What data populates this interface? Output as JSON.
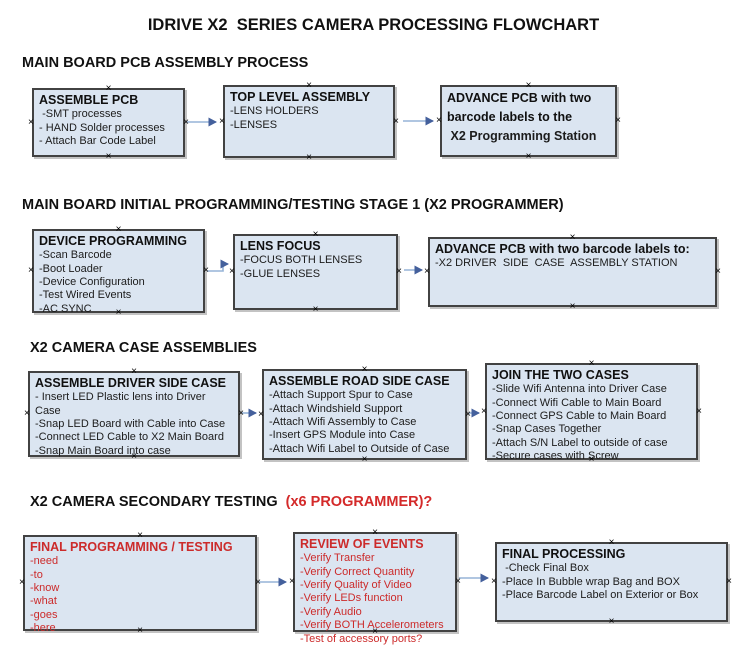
{
  "title": "IDRIVE X2  SERIES CAMERA PROCESSING FLOWCHART",
  "icons": {
    "connection_anchor": "×"
  },
  "colors": {
    "box_fill": "#dbe5f1",
    "box_border": "#424242",
    "arrow_line": "#95b3d7",
    "arrow_head": "#44609c",
    "red_text": "#cc2b2b",
    "heading_red": "#d42a2a",
    "black_text": "#111111"
  },
  "sections": [
    {
      "heading": "MAIN BOARD PCB ASSEMBLY PROCESS",
      "heading_suffix": "",
      "boxes": [
        {
          "title": "ASSEMBLE PCB",
          "items": [
            " -SMT processes",
            "- HAND Solder processes",
            "- Attach Bar Code Label"
          ]
        },
        {
          "title": "TOP LEVEL ASSEMBLY",
          "items": [
            "-LENS HOLDERS",
            "-LENSES"
          ]
        },
        {
          "title": "ADVANCE PCB with two barcode labels to the",
          "items": [
            " X2 Programming Station"
          ]
        }
      ]
    },
    {
      "heading": "MAIN BOARD INITIAL PROGRAMMING/TESTING STAGE 1 (X2 PROGRAMMER)",
      "heading_suffix": "",
      "boxes": [
        {
          "title": "DEVICE PROGRAMMING",
          "items": [
            "-Scan Barcode",
            "-Boot Loader",
            "-Device Configuration",
            "-Test Wired Events",
            "-AC SYNC"
          ]
        },
        {
          "title": "LENS FOCUS",
          "items": [
            "-FOCUS BOTH LENSES",
            "-GLUE LENSES"
          ]
        },
        {
          "title": "ADVANCE PCB with two barcode labels to:",
          "items": [
            "-X2 DRIVER  SIDE  CASE  ASSEMBLY STATION"
          ]
        }
      ]
    },
    {
      "heading": "X2 CAMERA CASE ASSEMBLIES",
      "heading_suffix": "",
      "boxes": [
        {
          "title": "ASSEMBLE DRIVER SIDE CASE",
          "items": [
            "- Insert LED Plastic lens into Driver Case",
            "-Snap LED Board with Cable into Case",
            "-Connect LED Cable to X2 Main Board",
            "-Snap Main Board into case"
          ]
        },
        {
          "title": "ASSEMBLE ROAD SIDE CASE",
          "items": [
            "-Attach Support Spur to Case",
            "-Attach Windshield Support",
            "-Attach Wifi Assembly to Case",
            "-Insert GPS Module into Case",
            "-Attach Wifi Label to Outside of Case"
          ]
        },
        {
          "title": "JOIN THE TWO CASES",
          "items": [
            "-Slide Wifi Antenna into Driver Case",
            "-Connect Wifi Cable to Main Board",
            "-Connect GPS Cable to Main Board",
            "-Snap Cases Together",
            "-Attach S/N Label to outside of case",
            "-Secure cases with Screw"
          ]
        }
      ]
    },
    {
      "heading": "X2 CAMERA SECONDARY TESTING ",
      "heading_suffix": " (x6 PROGRAMMER)?",
      "boxes": [
        {
          "title": "FINAL PROGRAMMING / TESTING",
          "items": [
            "-need",
            "-to",
            "-know",
            "-what",
            "-goes",
            "-here"
          ]
        },
        {
          "title": "REVIEW OF EVENTS",
          "items": [
            "-Verify Transfer",
            "-Verify Correct Quantity",
            "-Verify Quality of Video",
            "-Verify LEDs function",
            "-Verify Audio",
            "-Verify BOTH Accelerometers",
            "-Test of accessory ports?"
          ]
        },
        {
          "title": "FINAL PROCESSING",
          "items": [
            " -Check Final Box",
            "-Place In Bubble wrap Bag and BOX",
            "-Place Barcode Label on Exterior or Box"
          ]
        }
      ]
    }
  ]
}
